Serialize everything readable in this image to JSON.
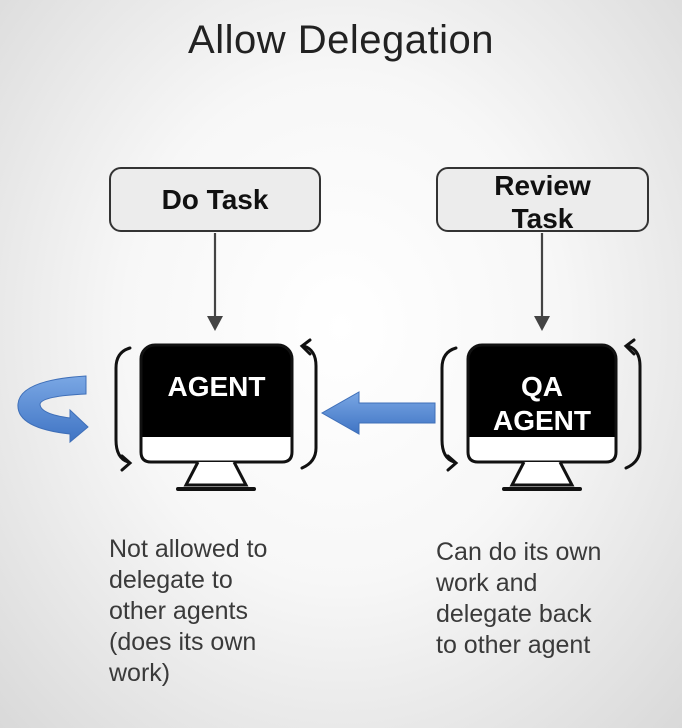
{
  "title": "Allow Delegation",
  "tasks": {
    "do_task": "Do Task",
    "review_task_line1": "Review",
    "review_task_line2": "Task"
  },
  "agents": {
    "agent_label": "AGENT",
    "qa_label_line1": "QA",
    "qa_label_line2": "AGENT"
  },
  "captions": {
    "agent": "Not allowed to\ndelegate to\nother agents\n(does its own\nwork)",
    "qa_agent": "Can do its own\nwork and\ndelegate back\nto other agent"
  },
  "colors": {
    "arrow_blue": "#5b8fd6",
    "screen": "#000000",
    "box_fill": "#ececec"
  }
}
